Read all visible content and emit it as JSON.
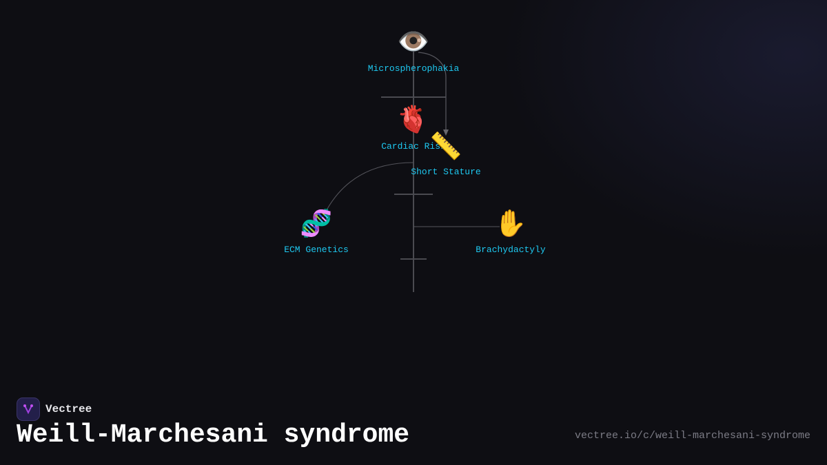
{
  "nodes": [
    {
      "id": "microspherophakia",
      "label": "Microspherophakia",
      "icon": "eye-icon",
      "emoji": "👁️"
    },
    {
      "id": "cardiac",
      "label": "Cardiac Risk",
      "icon": "heart-icon",
      "emoji": "🫀"
    },
    {
      "id": "short-stature",
      "label": "Short Stature",
      "icon": "ruler-icon",
      "emoji": "📏"
    },
    {
      "id": "ecm",
      "label": "ECM Genetics",
      "icon": "dna-icon",
      "emoji": "🧬"
    },
    {
      "id": "brachydactyly",
      "label": "Brachydactyly",
      "icon": "hand-icon",
      "emoji": "✋"
    }
  ],
  "colors": {
    "label": "#1ec8f0",
    "edge": "#55555c",
    "background": "#0e0e13"
  },
  "brand": {
    "name": "Vectree",
    "logo": "vectree-logo-icon"
  },
  "title": "Weill-Marchesani syndrome",
  "url": "vectree.io/c/weill-marchesani-syndrome"
}
